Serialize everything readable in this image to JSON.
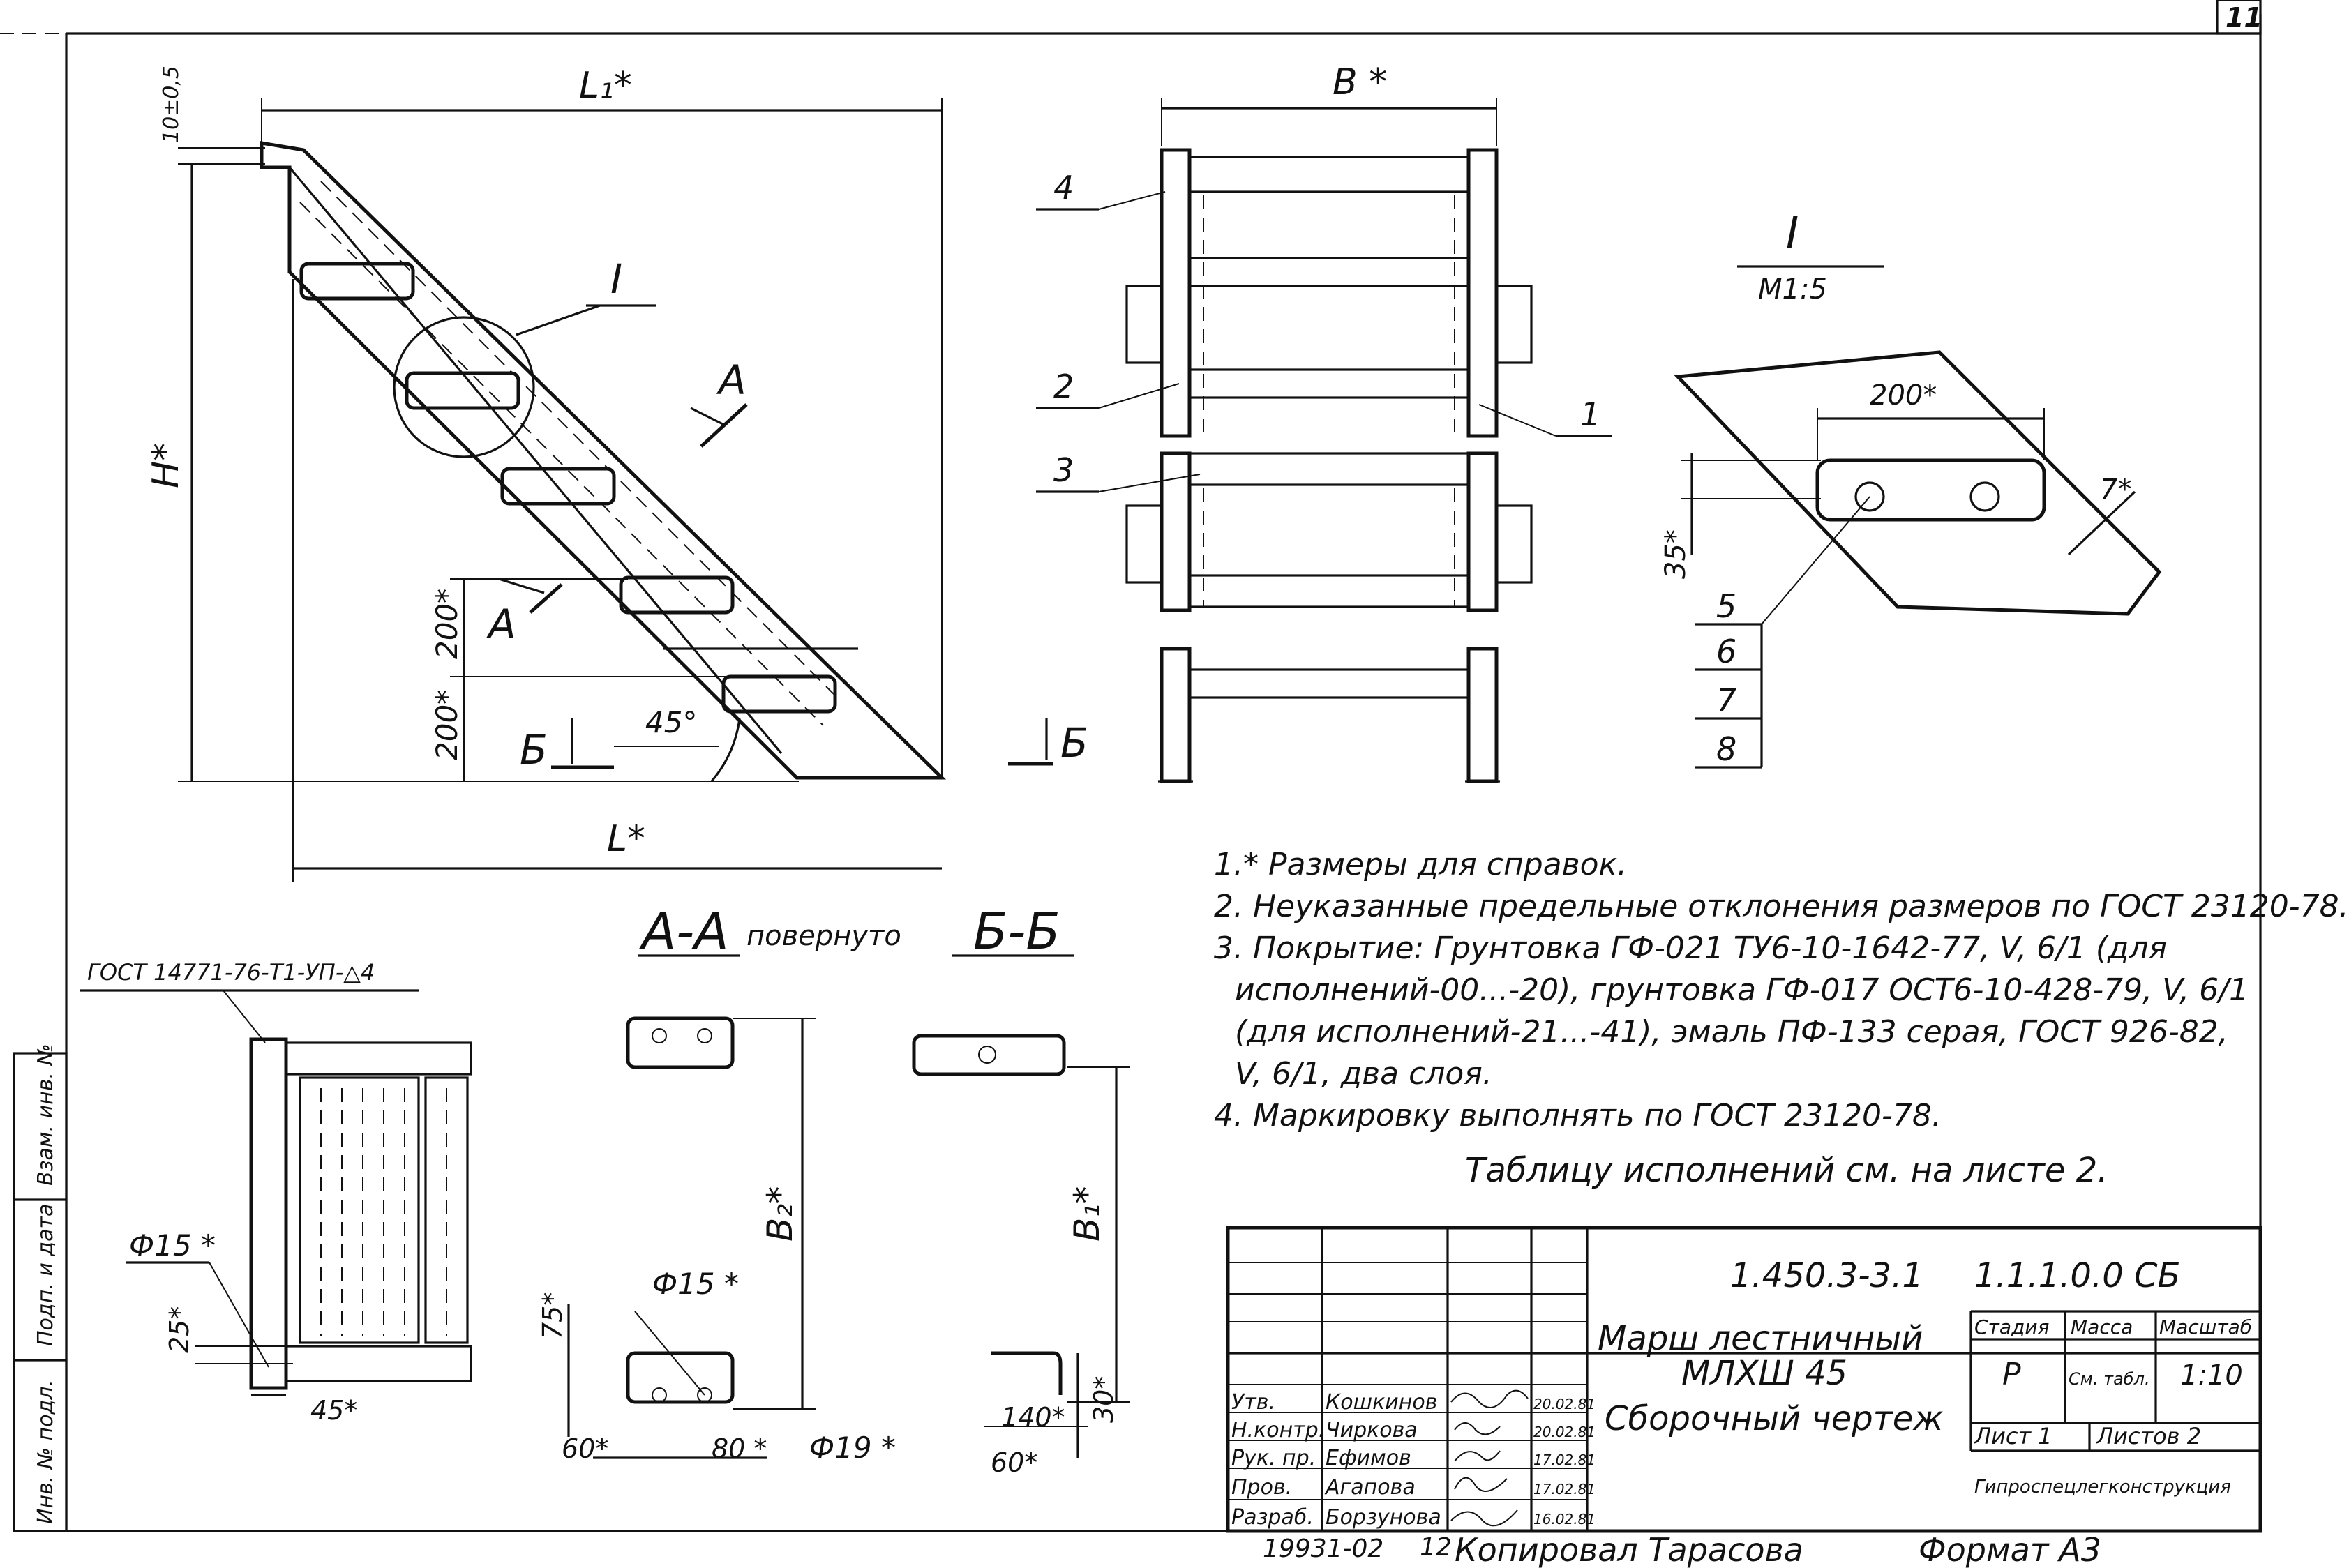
{
  "sheet": {
    "page_number": "11",
    "format_label": "Формат А3",
    "copied_by": "Копировал Тарасова",
    "inventory_number": "19931-02",
    "inventory_suffix": "12"
  },
  "side_stamp": {
    "labels": [
      "Взам. инв. №",
      "Подп. и дата",
      "Инв. № подл."
    ]
  },
  "main_view": {
    "dim_L1": "L₁*",
    "dim_L": "L*",
    "dim_H": "H*",
    "dim_top": "10±0,5",
    "dim_200_a": "200*",
    "dim_200_b": "200*",
    "angle": "45°",
    "detail_callout": "I",
    "section_A": "A",
    "section_A2": "A",
    "section_B": "Б"
  },
  "front_view": {
    "dim_B": "B *",
    "section_B": "Б",
    "callouts": [
      "4",
      "2",
      "3",
      "1"
    ]
  },
  "detail_I": {
    "title": "I",
    "scale": "M1:5",
    "dim_200": "200*",
    "dim_7": "7*",
    "dim_35": "35*",
    "positions": [
      "5",
      "6",
      "7",
      "8"
    ]
  },
  "section_AA": {
    "title": "A-A",
    "subtitle": "повернуто",
    "weld_note": "ГОСТ 14771-76-Т1-УП-△4",
    "dim_phi15": "Ф15 *",
    "dim_25": "25*",
    "dim_45": "45*"
  },
  "section_BB": {
    "title": "Б-Б",
    "dim_B2": "B₂*",
    "dim_B1": "B₁*",
    "dim_75": "75*",
    "dim_phi15": "Ф15 *",
    "dim_60": "60*",
    "dim_80": "80 *",
    "dim_phi19": "Ф19 *",
    "dim_140": "140*",
    "dim_30": "30*",
    "dim_60b": "60*"
  },
  "notes": [
    "1.* Размеры для справок.",
    "2. Неуказанные предельные отклонения размеров по ГОСТ 23120-78.",
    "3. Покрытие: Грунтовка ГФ-021 ТУ6-10-1642-77, V, 6/1 (для",
    "исполнений-00...-20), грунтовка ГФ-017 ОСТ6-10-428-79, V, 6/1",
    "(для исполнений-21...-41), эмаль ПФ-133 серая, ГОСТ 926-82,",
    "V, 6/1, два слоя.",
    "4. Маркировку выполнять по ГОСТ 23120-78."
  ],
  "table_note": "Таблицу исполнений см. на листе 2.",
  "title_block": {
    "doc_code": "1.450.3-3.1",
    "doc_number": "1.1.1.0.0 СБ",
    "name_line1": "Марш лестничный",
    "name_line2": "МЛХШ 45",
    "name_line3": "Сборочный чертеж",
    "stage_header": "Стадия",
    "mass_header": "Масса",
    "scale_header": "Масштаб",
    "stage": "Р",
    "mass": "См. табл.",
    "scale": "1:10",
    "sheet_label": "Лист 1",
    "sheets_label": "Листов 2",
    "organization": "Гипроспецлегконструкция",
    "signatures": [
      {
        "role": "Утв.",
        "name": "Кошкинов",
        "date": "20.02.81"
      },
      {
        "role": "Н.контр.",
        "name": "Чиркова",
        "date": "20.02.81"
      },
      {
        "role": "Рук. пр.",
        "name": "Ефимов",
        "date": "17.02.81"
      },
      {
        "role": "Пров.",
        "name": "Агапова",
        "date": "17.02.81"
      },
      {
        "role": "Разраб.",
        "name": "Борзунова",
        "date": "16.02.81"
      }
    ]
  }
}
